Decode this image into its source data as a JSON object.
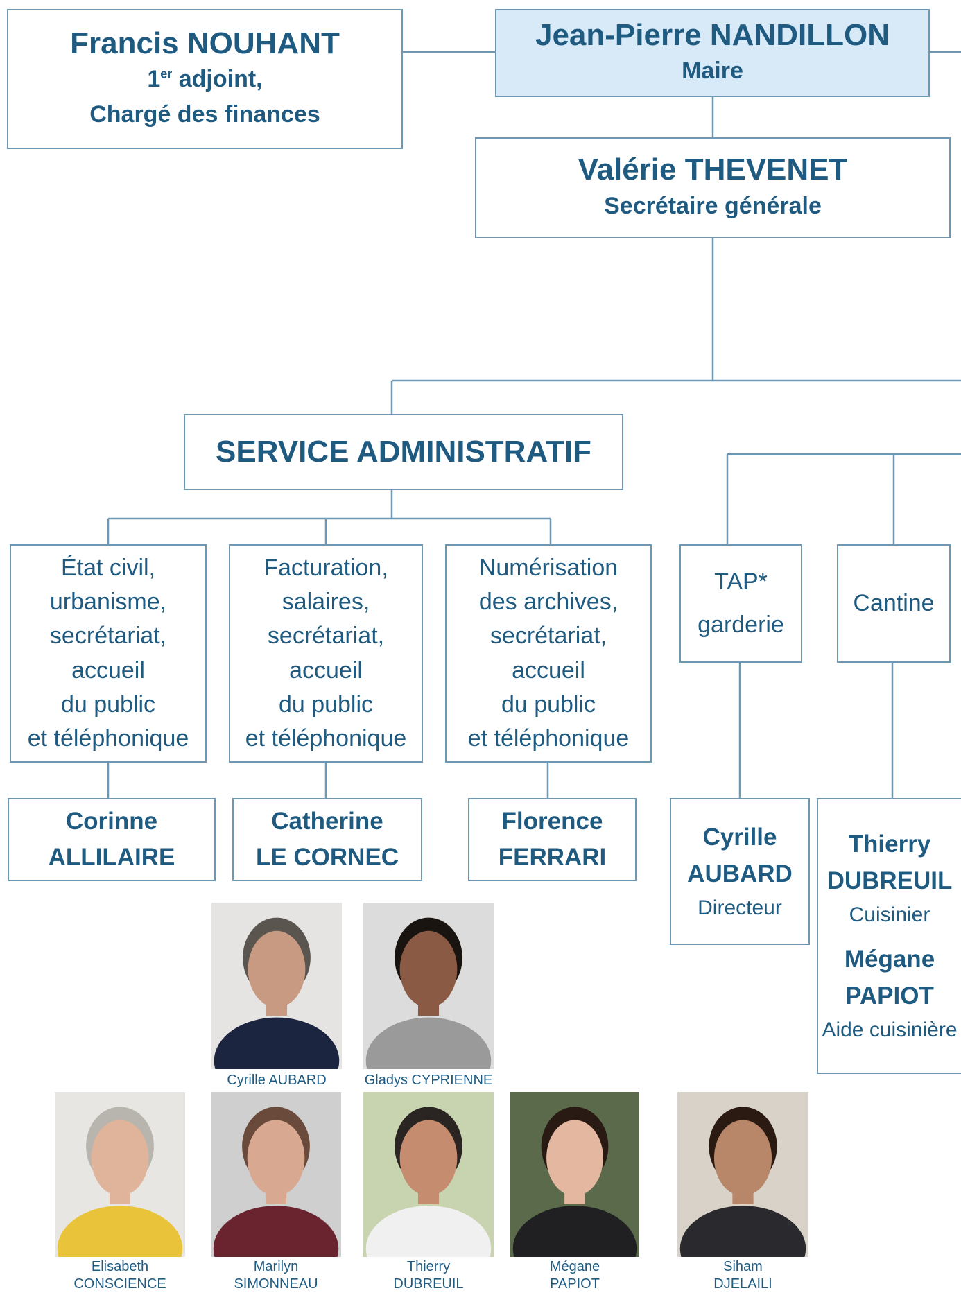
{
  "mayor": {
    "name": "Jean-Pierre NANDILLON",
    "role": "Maire"
  },
  "adjoint": {
    "name": "Francis NOUHANT",
    "role_num": "1",
    "role_sup": "er",
    "role_rest": " adjoint,",
    "role2": "Chargé des finances"
  },
  "secretary": {
    "name": "Valérie THEVENET",
    "role": "Secrétaire générale"
  },
  "service": {
    "title": "SERVICE ADMINISTRATIF"
  },
  "admin_duties": [
    {
      "lines": [
        "État civil,",
        "urbanisme,",
        "secrétariat,",
        "accueil",
        "du public",
        "et téléphonique"
      ]
    },
    {
      "lines": [
        "Facturation,",
        "salaires,",
        "secrétariat,",
        "accueil",
        "du public",
        "et téléphonique"
      ]
    },
    {
      "lines": [
        "Numérisation",
        "des archives,",
        "secrétariat,",
        "accueil",
        "du public",
        "et téléphonique"
      ]
    }
  ],
  "admin_staff": [
    {
      "first": "Corinne",
      "last": "ALLILAIRE"
    },
    {
      "first": "Catherine",
      "last": "LE CORNEC"
    },
    {
      "first": "Florence",
      "last": "FERRARI"
    }
  ],
  "tap": {
    "line1": "TAP*",
    "line2": "garderie"
  },
  "cantine": {
    "label": "Cantine"
  },
  "tap_staff": {
    "first": "Cyrille",
    "last": "AUBARD",
    "role": "Directeur"
  },
  "cantine_staff": [
    {
      "first": "Thierry",
      "last": "DUBREUIL",
      "role": "Cuisinier"
    },
    {
      "first": "Mégane",
      "last": "PAPIOT",
      "role": "Aide cuisinière"
    }
  ],
  "photos_row1": [
    {
      "caption": "Cyrille AUBARD",
      "bg": "#e6e4e2",
      "skin": "#c99a82",
      "hair": "#5b5550",
      "shirt": "#1b2540"
    },
    {
      "caption": "Gladys CYPRIENNE",
      "bg": "#dcdcdc",
      "skin": "#8a5a44",
      "hair": "#1a1410",
      "shirt": "#9a9a9a"
    }
  ],
  "photos_row2": [
    {
      "caption1": "Elisabeth",
      "caption2": "CONSCIENCE",
      "bg": "#e8e6e2",
      "skin": "#e0b49a",
      "hair": "#b8b4ae",
      "shirt": "#e9c43a"
    },
    {
      "caption1": "Marilyn",
      "caption2": "SIMONNEAU",
      "bg": "#cfcfcf",
      "skin": "#d8a890",
      "hair": "#6a4a3a",
      "shirt": "#6a2430"
    },
    {
      "caption1": "Thierry",
      "caption2": "DUBREUIL",
      "bg": "#c8d4b0",
      "skin": "#c58c70",
      "hair": "#2a2522",
      "shirt": "#f0f0f0"
    },
    {
      "caption1": "Mégane",
      "caption2": "PAPIOT",
      "bg": "#5a6a4a",
      "skin": "#e4b8a0",
      "hair": "#2a1a14",
      "shirt": "#202022"
    },
    {
      "caption1": "Siham",
      "caption2": "DJELAILI",
      "bg": "#d8d2c8",
      "skin": "#b88668",
      "hair": "#2a1a12",
      "shirt": "#2a2a2e"
    }
  ]
}
